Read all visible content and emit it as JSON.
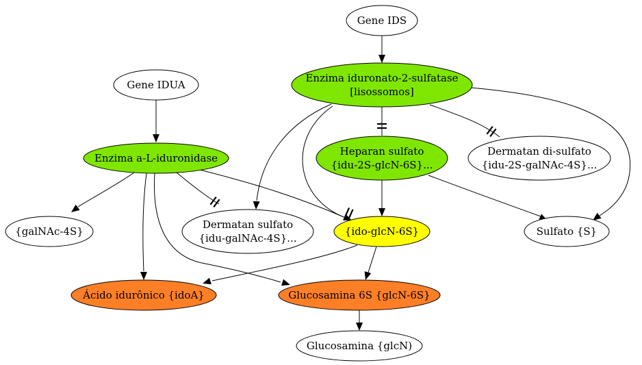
{
  "nodes": [
    {
      "id": "gene_ids",
      "lines": [
        "Gene IDS"
      ],
      "fill": "#ffffff"
    },
    {
      "id": "enzima_ids",
      "lines": [
        "Enzima iduronato-2-sulfatase",
        "[lisossomos]"
      ],
      "fill": "#7fe600"
    },
    {
      "id": "gene_idua",
      "lines": [
        "Gene IDUA"
      ],
      "fill": "#ffffff"
    },
    {
      "id": "enzima_idua",
      "lines": [
        "Enzima a-L-iduronidase"
      ],
      "fill": "#7fe600"
    },
    {
      "id": "heparan",
      "lines": [
        "Heparan sulfato",
        "{idu-2S-glcN-6S}..."
      ],
      "fill": "#7fe600"
    },
    {
      "id": "dermatan_di",
      "lines": [
        "Dermatan di-sulfato",
        "{idu-2S-galNAc-4S}..."
      ],
      "fill": "#ffffff"
    },
    {
      "id": "galnac",
      "lines": [
        "{galNAc-4S}"
      ],
      "fill": "#ffffff"
    },
    {
      "id": "dermatan",
      "lines": [
        "Dermatan sulfato",
        "{idu-galNAc-4S}..."
      ],
      "fill": "#ffffff"
    },
    {
      "id": "idoglcn",
      "lines": [
        "{ido-glcN-6S}"
      ],
      "fill": "#ffff00"
    },
    {
      "id": "sulfato",
      "lines": [
        "Sulfato {S}"
      ],
      "fill": "#ffffff"
    },
    {
      "id": "acido",
      "lines": [
        "Ácido idurônico {idoA}"
      ],
      "fill": "#ff7f27"
    },
    {
      "id": "glucosamina6s",
      "lines": [
        "Glucosamina 6S {glcN-6S}"
      ],
      "fill": "#ff7f27"
    },
    {
      "id": "glucosamina",
      "lines": [
        "Glucosamina {glcN)"
      ],
      "fill": "#ffffff"
    }
  ],
  "edges": [
    {
      "from": "gene_ids",
      "to": "enzima_ids",
      "type": "arrow"
    },
    {
      "from": "gene_idua",
      "to": "enzima_idua",
      "type": "arrow"
    },
    {
      "from": "enzima_ids",
      "to": "heparan",
      "type": "inhibit"
    },
    {
      "from": "enzima_ids",
      "to": "dermatan_di",
      "type": "inhibit"
    },
    {
      "from": "enzima_ids",
      "to": "dermatan",
      "type": "arrow"
    },
    {
      "from": "enzima_ids",
      "to": "idoglcn",
      "type": "arrow"
    },
    {
      "from": "enzima_ids",
      "to": "sulfato",
      "type": "arrow"
    },
    {
      "from": "heparan",
      "to": "idoglcn",
      "type": "arrow"
    },
    {
      "from": "heparan",
      "to": "sulfato",
      "type": "arrow"
    },
    {
      "from": "enzima_idua",
      "to": "galnac",
      "type": "arrow"
    },
    {
      "from": "enzima_idua",
      "to": "dermatan",
      "type": "inhibit"
    },
    {
      "from": "enzima_idua",
      "to": "idoglcn",
      "type": "inhibit"
    },
    {
      "from": "enzima_idua",
      "to": "acido",
      "type": "arrow"
    },
    {
      "from": "enzima_idua",
      "to": "glucosamina6s",
      "type": "arrow"
    },
    {
      "from": "idoglcn",
      "to": "acido",
      "type": "arrow"
    },
    {
      "from": "idoglcn",
      "to": "glucosamina6s",
      "type": "arrow"
    },
    {
      "from": "glucosamina6s",
      "to": "glucosamina",
      "type": "arrow"
    }
  ]
}
